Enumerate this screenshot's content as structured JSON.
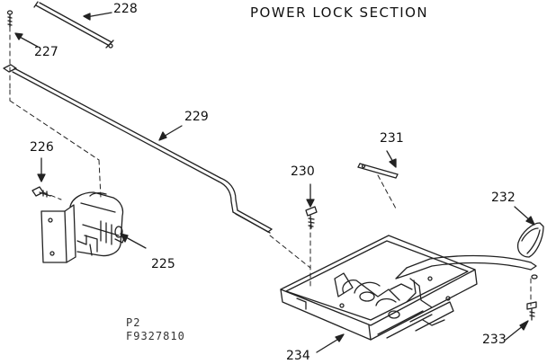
{
  "title": "POWER LOCK SECTION",
  "parts": [
    {
      "id": "228"
    },
    {
      "id": "227"
    },
    {
      "id": "229"
    },
    {
      "id": "226"
    },
    {
      "id": "225"
    },
    {
      "id": "230"
    },
    {
      "id": "231"
    },
    {
      "id": "232"
    },
    {
      "id": "233"
    },
    {
      "id": "234"
    }
  ],
  "footer": {
    "line1": "P2",
    "line2": "F9327810"
  }
}
